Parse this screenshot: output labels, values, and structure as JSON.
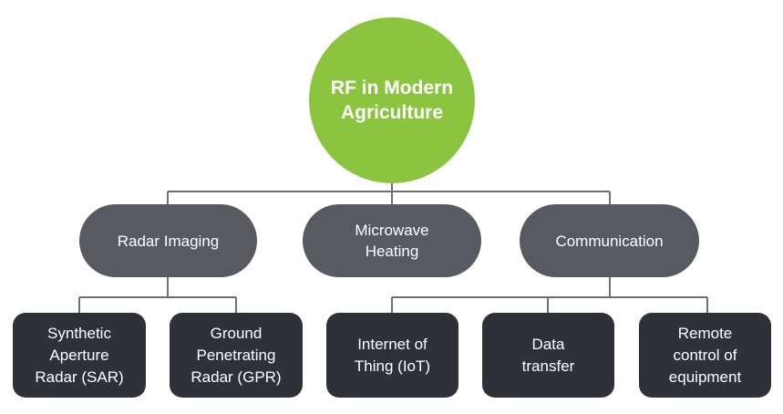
{
  "root": {
    "label": "RF in Modern\nAgriculture"
  },
  "categories": [
    {
      "label": "Radar Imaging"
    },
    {
      "label": "Microwave\nHeating"
    },
    {
      "label": "Communication"
    }
  ],
  "leaves": [
    {
      "label": "Synthetic\nAperture\nRadar (SAR)"
    },
    {
      "label": "Ground\nPenetrating\nRadar (GPR)"
    },
    {
      "label": "Internet of\nThing (IoT)"
    },
    {
      "label": "Data\ntransfer"
    },
    {
      "label": "Remote\ncontrol of\nequipment"
    }
  ],
  "colors": {
    "root_fill": "#8bc53f",
    "category_fill": "#575a60",
    "leaf_fill": "#2e3137",
    "connector": "#6d6f73"
  }
}
